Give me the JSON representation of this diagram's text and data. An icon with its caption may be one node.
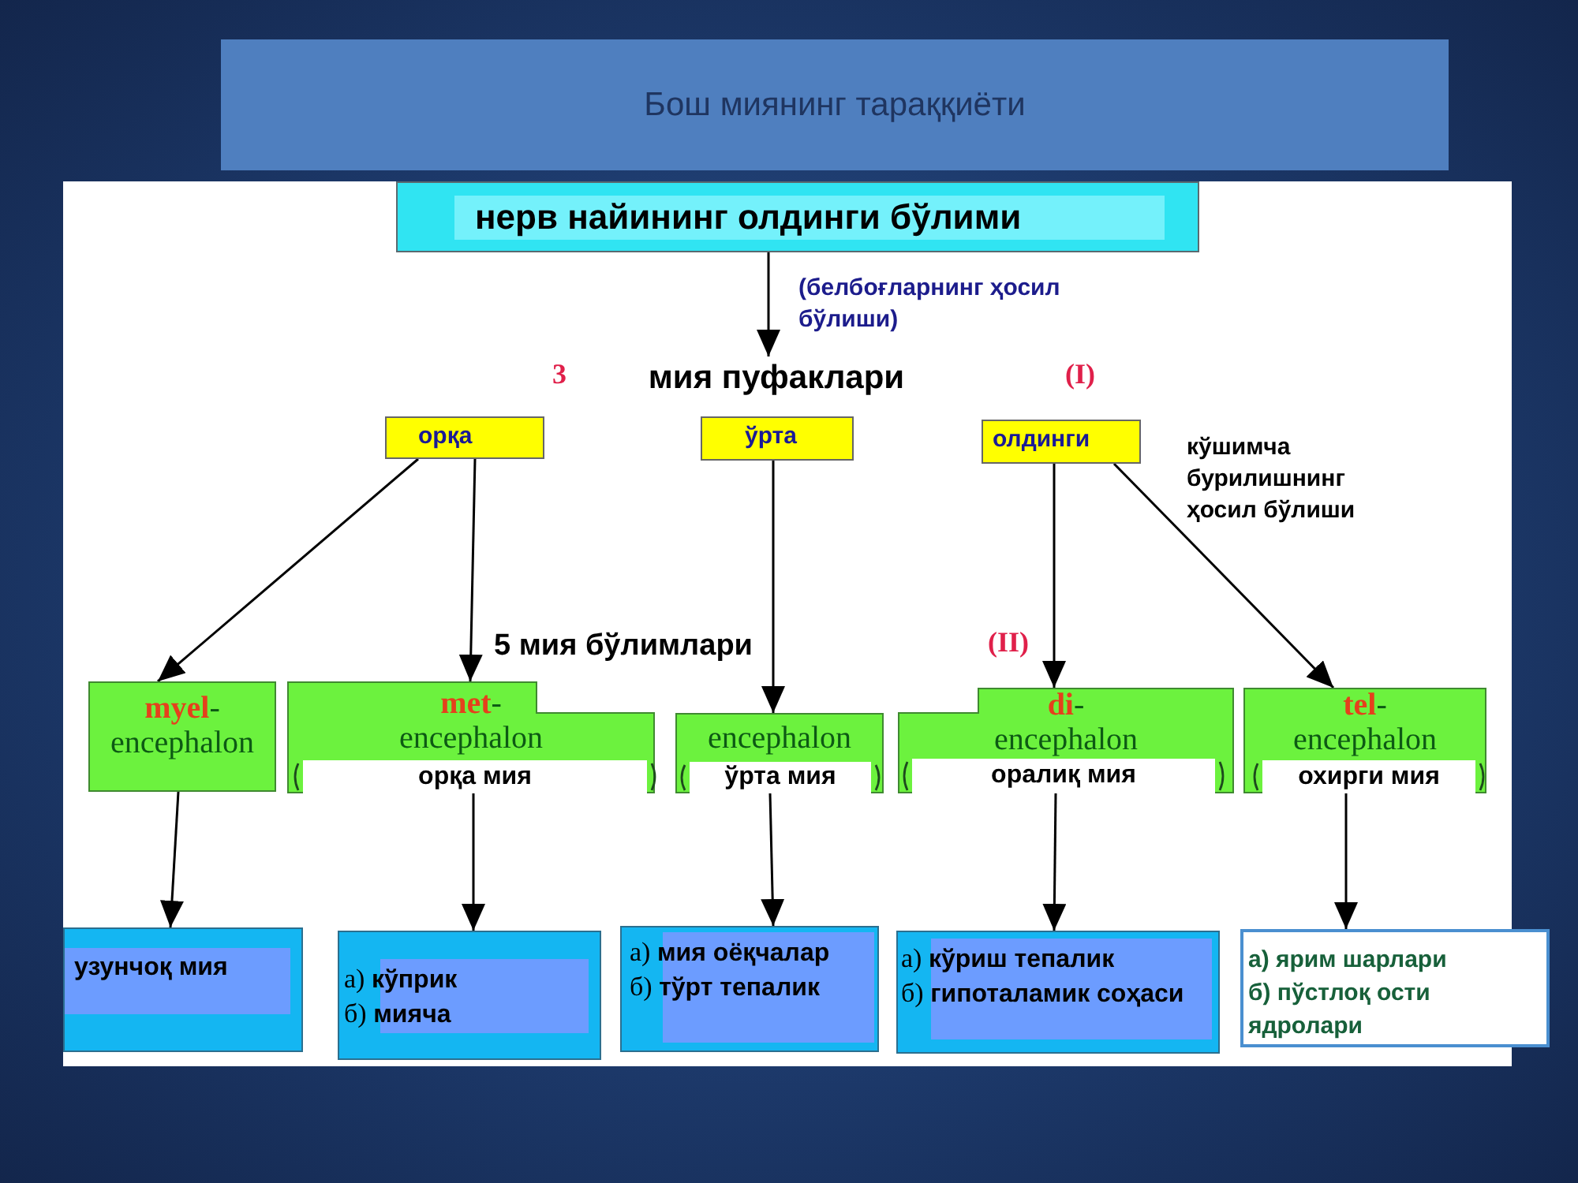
{
  "diagram": {
    "title": "Бош миянинг тараққиёти",
    "nodes": [
      {
        "text": [
          "нерв найининг олдинги бўлими"
        ]
      },
      {
        "text": [
          "мия пуфаклари"
        ]
      },
      {
        "text": [
          "орқа"
        ]
      },
      {
        "text": [
          "ўрта"
        ]
      },
      {
        "text": [
          "олдинги"
        ]
      },
      {
        "text": [
          "5 мия бўлимлари"
        ]
      },
      {
        "text": [
          "**myel**- encephalon"
        ]
      },
      {
        "text": [
          "**met**- encephalon",
          "орқа мия"
        ]
      },
      {
        "text": [
          "encephalon",
          "ўрта мия"
        ]
      },
      {
        "text": [
          "**di**- encephalon",
          "оралиқ мия"
        ]
      },
      {
        "text": [
          "**tel**- encephalon",
          "охирги мия"
        ]
      },
      {
        "text": [
          "узунчоқ мия"
        ]
      },
      {
        "text": [
          "а) **кўприк**",
          "б) **мияча**"
        ]
      },
      {
        "text": [
          "а) **мия оёқчалар**",
          "б) **тўрт тепалик**"
        ]
      },
      {
        "text": [
          "а) **кўриш тепалик**",
          "б) **гипоталамик соҳаси**"
        ]
      },
      {
        "text": [
          "а) ярим шарлари",
          "б) пўстлоқ ости ядролари"
        ]
      }
    ],
    "edges": [
      {
        "from": 0,
        "to": 1,
        "arrow": "to",
        "label": "(белбоғларнинг ҳосил бўлиши)"
      },
      {
        "from": 2,
        "to": 6,
        "arrow": "to"
      },
      {
        "from": 2,
        "to": 7,
        "arrow": "to"
      },
      {
        "from": 3,
        "to": 8,
        "arrow": "to"
      },
      {
        "from": 4,
        "to": 9,
        "arrow": "to"
      },
      {
        "from": 4,
        "to": 10,
        "arrow": "to",
        "label": "кўшимча бурилишнинг ҳосил бўлиши"
      },
      {
        "from": 6,
        "to": 11,
        "arrow": "to"
      },
      {
        "from": 7,
        "to": 12,
        "arrow": "to"
      },
      {
        "from": 8,
        "to": 13,
        "arrow": "to"
      },
      {
        "from": 9,
        "to": 14,
        "arrow": "to"
      },
      {
        "from": 10,
        "to": 15,
        "arrow": "to"
      }
    ],
    "labels": [
      "3",
      "(I)",
      "(II)"
    ]
  }
}
